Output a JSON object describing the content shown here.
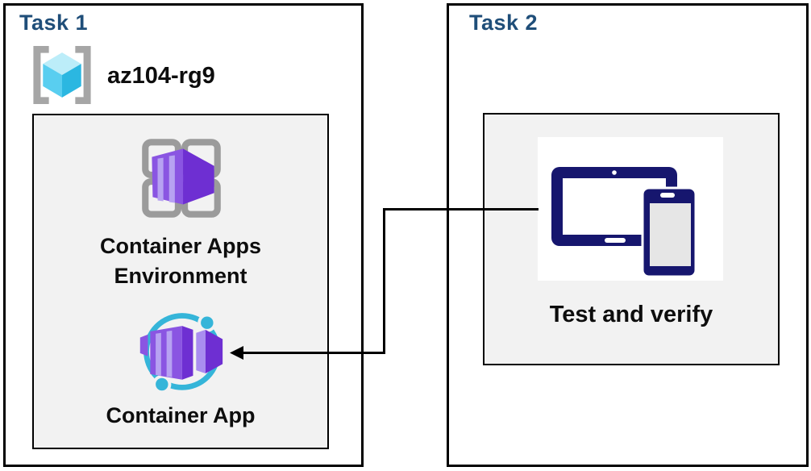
{
  "task1": {
    "title": "Task 1",
    "resource_group_name": "az104-rg9",
    "environment_label_lines": [
      "Container Apps",
      "Environment"
    ],
    "container_app_label": "Container App"
  },
  "task2": {
    "title": "Task 2",
    "test_label": "Test and verify"
  },
  "icons": {
    "resource_group": "azure-resource-group",
    "environment": "azure-container-apps-environment",
    "container_app": "azure-container-app",
    "test_and_verify": "tablet-and-phone-devices",
    "connector": "left-pointing-arrow"
  },
  "colors": {
    "task-title": "#1F4E79",
    "text": "#0D0D0D",
    "border": "#000000",
    "panel": "#F2F2F2",
    "bracket-gray": "#A6A6A6",
    "frame-gray": "#9B9B9B",
    "cube-top": "#BCEDF9",
    "cube-left": "#59CEF0",
    "cube-right": "#2BB7E1",
    "purple": "#8A55E2",
    "purple-dark": "#6E2FD2",
    "purple-stripe": "#B7A2F2",
    "purple-light": "#A98DF0",
    "cyan": "#35B5D9",
    "navy": "#16166E",
    "screen-gray": "#E6E6E6"
  }
}
